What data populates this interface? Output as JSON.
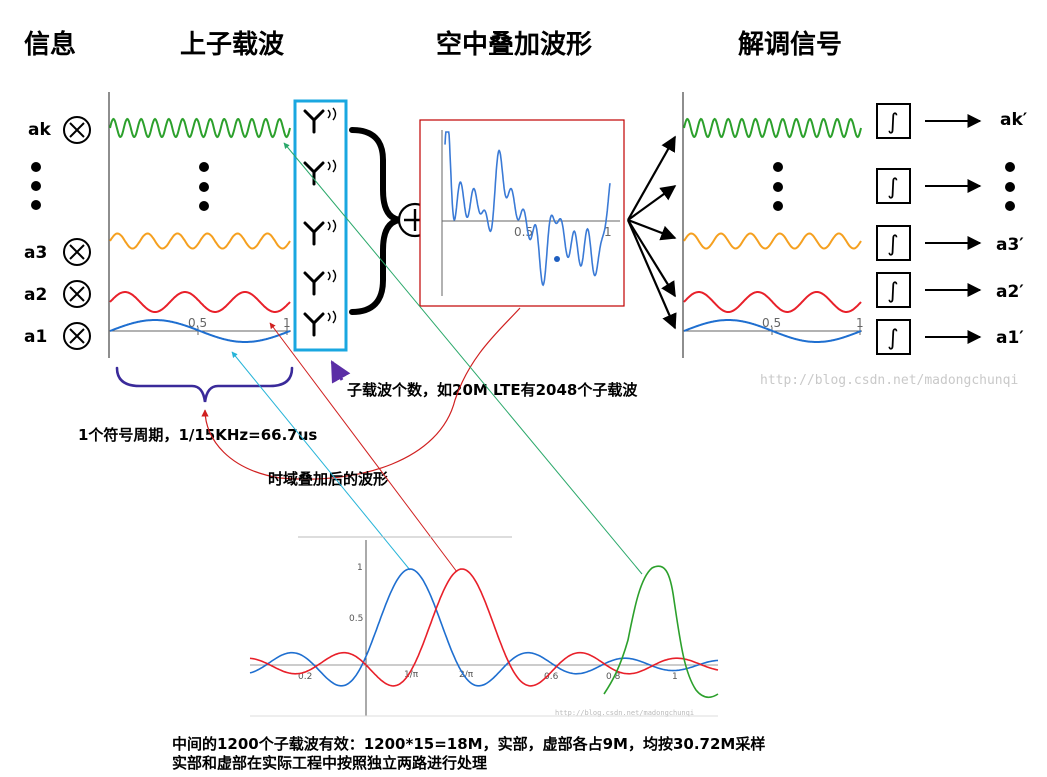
{
  "headers": {
    "info": "信息",
    "subcarrier": "上子载波",
    "air_waveform": "空中叠加波形",
    "demod": "解调信号"
  },
  "input_symbols": [
    "ak",
    "a3",
    "a2",
    "a1"
  ],
  "output_symbols": [
    "ak′",
    "a3′",
    "a2′",
    "a1′"
  ],
  "integral_glyph": "∫",
  "multiply_glyph": "⊗",
  "add_glyph": "+",
  "axis_ticks": {
    "half": "0.5",
    "one": "1"
  },
  "annotations": {
    "symbol_period": "1个符号周期，1/15KHz=66.7us",
    "subcarrier_count": "子载波个数，如20M LTE有2048个子载波",
    "time_domain_sum": "时域叠加后的波形",
    "footer_line1": "中间的1200个子载波有效：1200*15=18M，实部，虚部各占9M，均按30.72M采样",
    "footer_line2": "实部和虚部在实际工程中按照独立两路进行处理"
  },
  "bottom_plot": {
    "y_ticks": [
      "1",
      "0.5"
    ],
    "x_ticks": [
      "0.2",
      "1/π",
      "2/π",
      "0.6",
      "0.8",
      "1"
    ]
  },
  "watermarks": {
    "main": "http://blog.csdn.net/madongchunqi",
    "small": "http://blog.csdn.net/madongchunqi"
  },
  "colors": {
    "green": "#2ca02c",
    "orange": "#f5a020",
    "red": "#e8202a",
    "blue": "#1f6fd0",
    "cyan_box": "#1aa7e0",
    "brace_purple": "#3a2a9a",
    "arrow_purple": "#6a3ab0",
    "frame_red": "#c00000",
    "connector_cyan": "#26b4d8",
    "connector_green": "#2aa86a"
  }
}
